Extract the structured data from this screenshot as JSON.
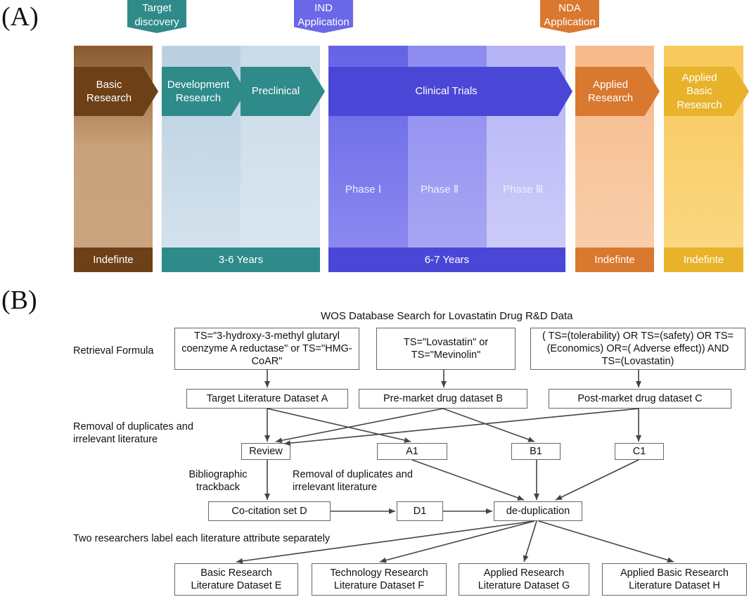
{
  "panel_a": {
    "label": "(A)",
    "tags": {
      "target_discovery": "Target discovery",
      "ind": "IND Application",
      "nda": "NDA Application"
    },
    "stages": {
      "basic_research": "Basic Research",
      "development_research": "Development Research",
      "preclinical": "Preclinical",
      "clinical_trials": "Clinical Trials",
      "applied_research": "Applied Research",
      "applied_basic_research": "Applied Basic Research"
    },
    "phases": [
      "Phase Ⅰ",
      "Phase Ⅱ",
      "Phase Ⅲ"
    ],
    "durations": {
      "basic": "Indefinte",
      "development": "3-6 Years",
      "clinical": "6-7 Years",
      "applied": "Indefinte",
      "applied_basic": "Indefinte"
    },
    "colors": {
      "brown": "#7b4a22",
      "teal": "#2f8a8a",
      "blue": "#4a47d6",
      "orange": "#d9782f",
      "gold": "#e8b22a"
    }
  },
  "panel_b": {
    "label": "(B)",
    "title": "WOS Database Search for Lovastatin Drug R&D Data",
    "retrieval_formula_label": "Retrieval Formula",
    "formula_a": "TS=\"3-hydroxy-3-methyl glutaryl coenzyme A reductase\" or TS=\"HMG-CoAR\"",
    "formula_b": "TS=\"Lovastatin\" or TS=\"Mevinolin\"",
    "formula_c": "( TS=(tolerability) OR TS=(safety) OR TS=(Economics) OR=( Adverse effect)) AND TS=(Lovastatin)",
    "dataset_a": "Target Literature Dataset A",
    "dataset_b": "Pre-market drug dataset B",
    "dataset_c": "Post-market drug dataset C",
    "removal_note_1": "Removal of duplicates and irrelevant literature",
    "review": "Review",
    "a1": "A1",
    "b1": "B1",
    "c1": "C1",
    "bibliographic_note": "Bibliographic trackback",
    "removal_note_2": "Removal of duplicates and irrelevant literature",
    "cocitation": "Co-citation set D",
    "d1": "D1",
    "dedup": "de-duplication",
    "label_note": "Two researchers label each literature attribute separately",
    "out_e": "Basic Research Literature Dataset E",
    "out_f": "Technology Research Literature Dataset F",
    "out_g": "Applied Research Literature Dataset G",
    "out_h": "Applied Basic Research Literature Dataset H"
  }
}
